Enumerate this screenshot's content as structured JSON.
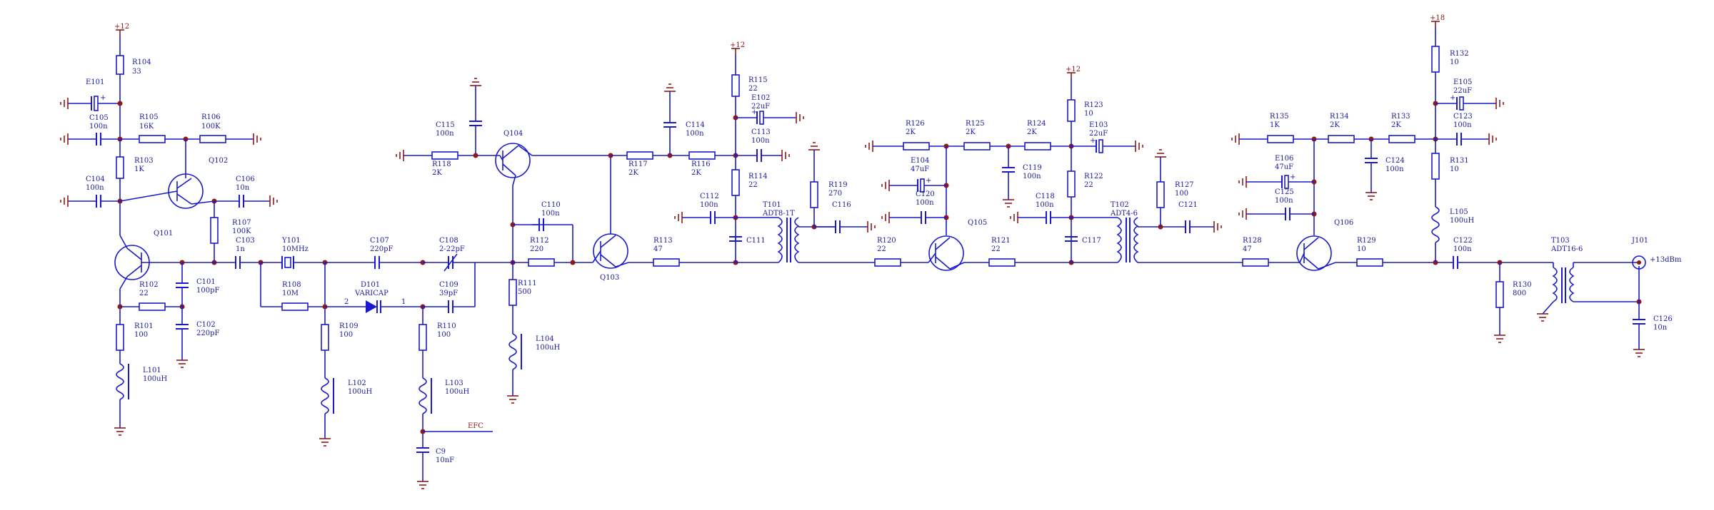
{
  "title": "",
  "rails": {
    "v12a": "+12",
    "v12b": "+12",
    "v12c": "+12",
    "v18": "+18"
  },
  "components": {
    "R104": {
      "ref": "R104",
      "val": "33"
    },
    "E101": {
      "ref": "E101"
    },
    "C105": {
      "ref": "C105",
      "val": "100n"
    },
    "R105": {
      "ref": "R105",
      "val": "16K"
    },
    "R106": {
      "ref": "R106",
      "val": "100K"
    },
    "R103": {
      "ref": "R103",
      "val": "1K"
    },
    "Q102": {
      "ref": "Q102"
    },
    "C104": {
      "ref": "C104",
      "val": "100n"
    },
    "C106": {
      "ref": "C106",
      "val": "10n"
    },
    "Q101": {
      "ref": "Q101"
    },
    "R107": {
      "ref": "R107",
      "val": "100K"
    },
    "C103": {
      "ref": "C103",
      "val": "1n"
    },
    "R102": {
      "ref": "R102",
      "val": "22"
    },
    "C101": {
      "ref": "C101",
      "val": "100pF"
    },
    "C102": {
      "ref": "C102",
      "val": "220pF"
    },
    "R101": {
      "ref": "R101",
      "val": "100"
    },
    "L101": {
      "ref": "L101",
      "val": "100uH"
    },
    "Y101": {
      "ref": "Y101",
      "val": "10MHz"
    },
    "R108": {
      "ref": "R108",
      "val": "10M"
    },
    "C107": {
      "ref": "C107",
      "val": "220pF"
    },
    "D101": {
      "ref": "D101",
      "val": "VARICAP"
    },
    "C108": {
      "ref": "C108",
      "val": "2-22pF"
    },
    "C109": {
      "ref": "C109",
      "val": "39pF"
    },
    "R109": {
      "ref": "R109",
      "val": "100"
    },
    "L102": {
      "ref": "L102",
      "val": "100uH"
    },
    "R110": {
      "ref": "R110",
      "val": "100"
    },
    "L103": {
      "ref": "L103",
      "val": "100uH"
    },
    "C9": {
      "ref": "C9",
      "val": "10nF"
    },
    "EFC": {
      "ref": "EFC"
    },
    "C115": {
      "ref": "C115",
      "val": "100n"
    },
    "R118": {
      "ref": "R118",
      "val": "2K"
    },
    "Q104": {
      "ref": "Q104"
    },
    "C110": {
      "ref": "C110",
      "val": "100n"
    },
    "R112": {
      "ref": "R112",
      "val": "220"
    },
    "R111": {
      "ref": "R111",
      "val": "500"
    },
    "L104": {
      "ref": "L104",
      "val": "100uH"
    },
    "Q103": {
      "ref": "Q103"
    },
    "R117": {
      "ref": "R117",
      "val": "2K"
    },
    "C114": {
      "ref": "C114",
      "val": "100n"
    },
    "R116": {
      "ref": "R116",
      "val": "2K"
    },
    "R115": {
      "ref": "R115",
      "val": "22"
    },
    "E102": {
      "ref": "E102",
      "val": "22uF"
    },
    "C113": {
      "ref": "C113",
      "val": "100n"
    },
    "R114": {
      "ref": "R114",
      "val": "22"
    },
    "R113": {
      "ref": "R113",
      "val": "47"
    },
    "C112": {
      "ref": "C112",
      "val": "100n"
    },
    "C111": {
      "ref": "C111"
    },
    "T101": {
      "ref": "T101",
      "val": "ADT8-1T"
    },
    "R119": {
      "ref": "R119",
      "val": "270"
    },
    "C116": {
      "ref": "C116"
    },
    "R126": {
      "ref": "R126",
      "val": "2K"
    },
    "E104": {
      "ref": "E104",
      "val": "47uF"
    },
    "C120": {
      "ref": "C120",
      "val": "100n"
    },
    "R125": {
      "ref": "R125",
      "val": "2K"
    },
    "C119": {
      "ref": "C119",
      "val": "100n"
    },
    "R124": {
      "ref": "R124",
      "val": "2K"
    },
    "E103": {
      "ref": "E103",
      "val": "22uF"
    },
    "R123": {
      "ref": "R123",
      "val": "10"
    },
    "R122": {
      "ref": "R122",
      "val": "22"
    },
    "C118": {
      "ref": "C118",
      "val": "100n"
    },
    "C117": {
      "ref": "C117"
    },
    "T102": {
      "ref": "T102",
      "val": "ADT4-6"
    },
    "R120": {
      "ref": "R120",
      "val": "22"
    },
    "Q105": {
      "ref": "Q105"
    },
    "R121": {
      "ref": "R121",
      "val": "22"
    },
    "R127": {
      "ref": "R127",
      "val": "100"
    },
    "C121": {
      "ref": "C121"
    },
    "R135": {
      "ref": "R135",
      "val": "1K"
    },
    "R134": {
      "ref": "R134",
      "val": "2K"
    },
    "R133": {
      "ref": "R133",
      "val": "2K"
    },
    "C124": {
      "ref": "C124",
      "val": "100n"
    },
    "E106": {
      "ref": "E106",
      "val": "47uF"
    },
    "C125": {
      "ref": "C125",
      "val": "100n"
    },
    "Q106": {
      "ref": "Q106"
    },
    "R128": {
      "ref": "R128",
      "val": "47"
    },
    "R129": {
      "ref": "R129",
      "val": "10"
    },
    "R132": {
      "ref": "R132",
      "val": "10"
    },
    "E105": {
      "ref": "E105",
      "val": "22uF"
    },
    "C123": {
      "ref": "C123",
      "val": "100n"
    },
    "R131": {
      "ref": "R131",
      "val": "10"
    },
    "L105": {
      "ref": "L105",
      "val": "100uH"
    },
    "C122": {
      "ref": "C122",
      "val": "100n"
    },
    "R130": {
      "ref": "R130",
      "val": "800"
    },
    "T103": {
      "ref": "T103",
      "val": "ADT16-6"
    },
    "J101": {
      "ref": "J101",
      "val": "+13dBm"
    },
    "C126": {
      "ref": "C126",
      "val": "10n"
    }
  },
  "pins": {
    "d1": "2",
    "d2": "1"
  }
}
